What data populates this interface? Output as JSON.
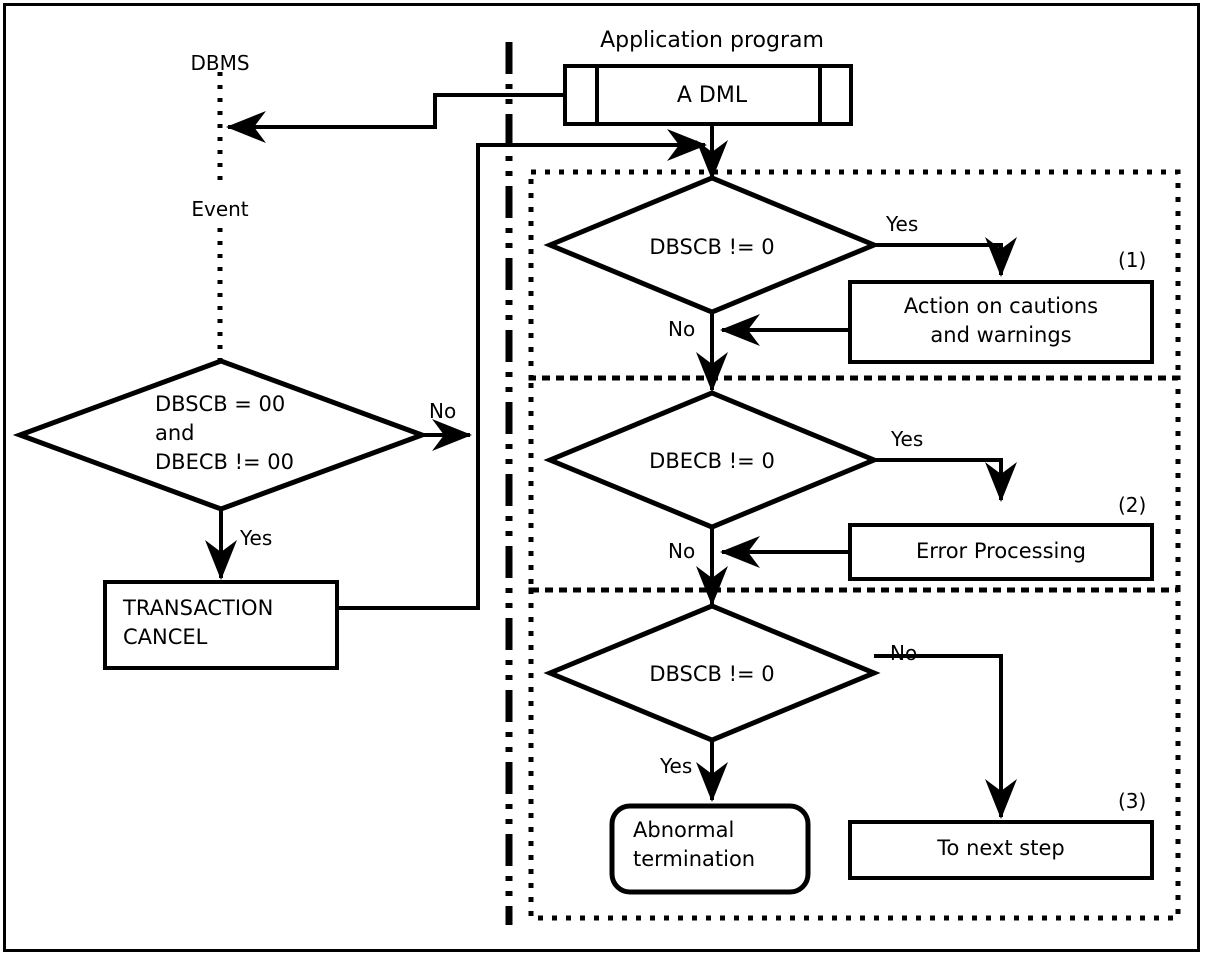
{
  "diagram": {
    "title_application_program": "Application program",
    "dml_label": "A DML",
    "dbms_label": "DBMS",
    "event_label": "Event"
  },
  "left_branch": {
    "decision_line1": "DBSCB = 00",
    "decision_line2": "and",
    "decision_line3": "DBECB != 00",
    "no_label": "No",
    "yes_label": "Yes",
    "cancel_line1": "TRANSACTION",
    "cancel_line2": "CANCEL"
  },
  "sections": [
    {
      "tag": "(1)",
      "decision": "DBSCB != 0",
      "yes_label": "Yes",
      "no_label": "No",
      "action_line1": "Action on cautions",
      "action_line2": "and warnings"
    },
    {
      "tag": "(2)",
      "decision": "DBECB != 0",
      "yes_label": "Yes",
      "no_label": "No",
      "action_line1": "Error Processing",
      "action_line2": ""
    },
    {
      "tag": "(3)",
      "decision": "DBSCB != 0",
      "yes_label": "Yes",
      "no_label": "No",
      "terminate_line1": "Abnormal",
      "terminate_line2": "termination",
      "next_step": "To next step"
    }
  ],
  "colors": {
    "stroke": "#000000",
    "background": "#ffffff"
  }
}
